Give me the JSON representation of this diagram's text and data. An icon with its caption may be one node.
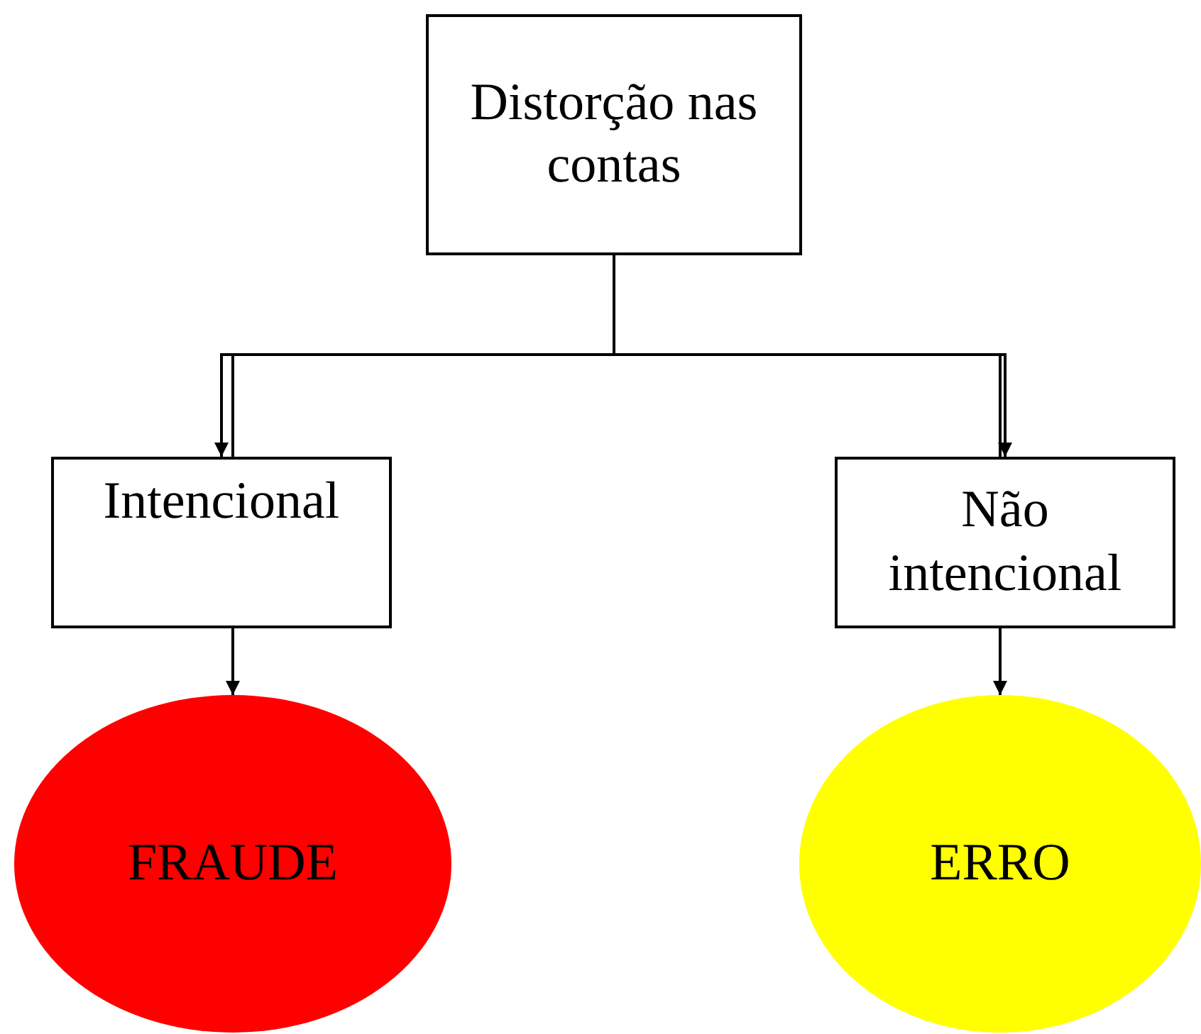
{
  "diagram": {
    "nodes": [
      {
        "text": [
          "Distorção nas contas"
        ]
      },
      {
        "text": [
          "Intencional"
        ]
      },
      {
        "text": [
          "Não intencional"
        ]
      },
      {
        "text": [
          "FRAUDE"
        ]
      },
      {
        "text": [
          "ERRO"
        ]
      }
    ],
    "edges": [
      {
        "from": 0,
        "to": 1,
        "arrow": "to"
      },
      {
        "from": 0,
        "to": 2,
        "arrow": "to"
      },
      {
        "from": 1,
        "to": 3,
        "arrow": "to"
      },
      {
        "from": 2,
        "to": 4,
        "arrow": "to"
      }
    ]
  }
}
